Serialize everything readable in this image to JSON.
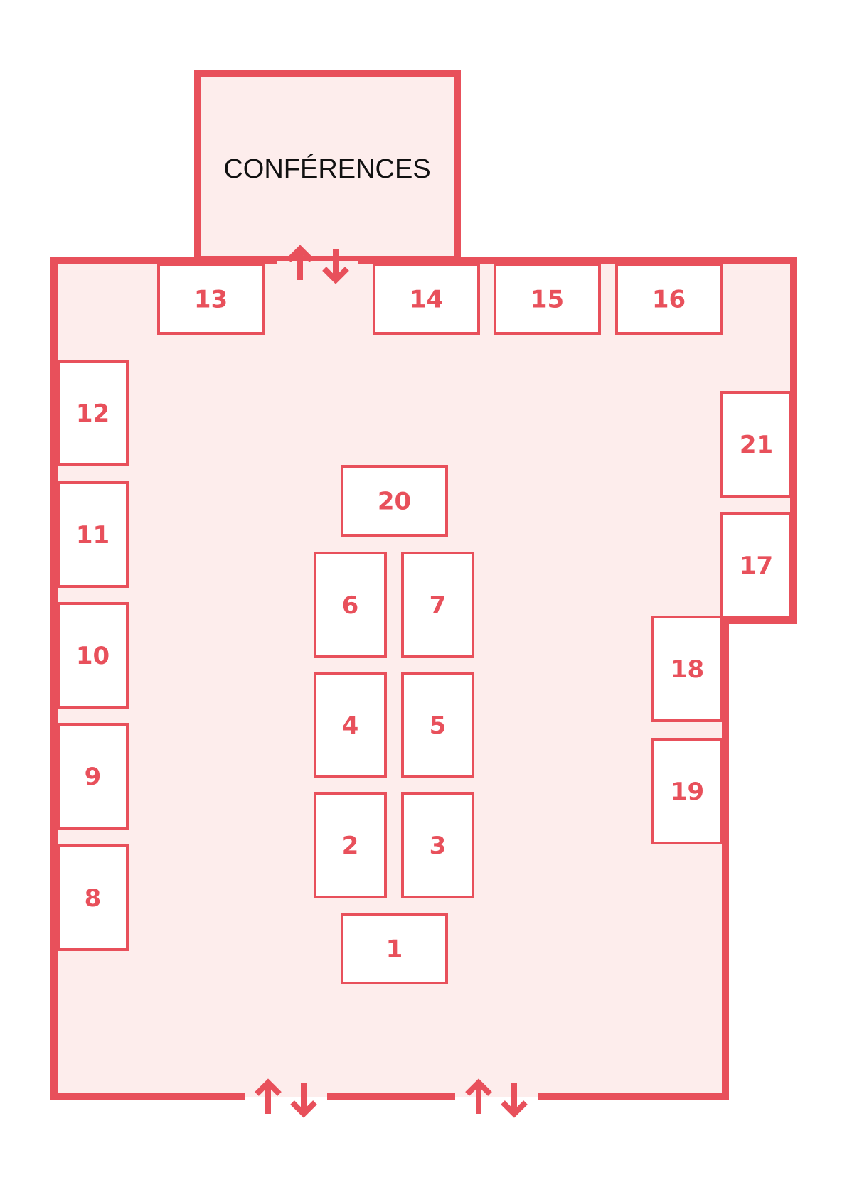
{
  "colors": {
    "accent": "#E8505B",
    "floor_fill": "#FDEDEC",
    "stand_fill": "#FFFFFF",
    "room_label": "#111111"
  },
  "conference_room": {
    "label": "CONFÉRENCES"
  },
  "stands": [
    {
      "id": "13",
      "label": "13"
    },
    {
      "id": "14",
      "label": "14"
    },
    {
      "id": "15",
      "label": "15"
    },
    {
      "id": "16",
      "label": "16"
    },
    {
      "id": "12",
      "label": "12"
    },
    {
      "id": "11",
      "label": "11"
    },
    {
      "id": "10",
      "label": "10"
    },
    {
      "id": "9",
      "label": "9"
    },
    {
      "id": "8",
      "label": "8"
    },
    {
      "id": "20",
      "label": "20"
    },
    {
      "id": "6",
      "label": "6"
    },
    {
      "id": "7",
      "label": "7"
    },
    {
      "id": "4",
      "label": "4"
    },
    {
      "id": "5",
      "label": "5"
    },
    {
      "id": "2",
      "label": "2"
    },
    {
      "id": "3",
      "label": "3"
    },
    {
      "id": "1",
      "label": "1"
    },
    {
      "id": "21",
      "label": "21"
    },
    {
      "id": "17",
      "label": "17"
    },
    {
      "id": "18",
      "label": "18"
    },
    {
      "id": "19",
      "label": "19"
    }
  ],
  "entrances": [
    {
      "id": "conference-door",
      "icon": "up-down-arrows-icon"
    },
    {
      "id": "bottom-left-door",
      "icon": "up-down-arrows-icon"
    },
    {
      "id": "bottom-right-door",
      "icon": "up-down-arrows-icon"
    }
  ]
}
